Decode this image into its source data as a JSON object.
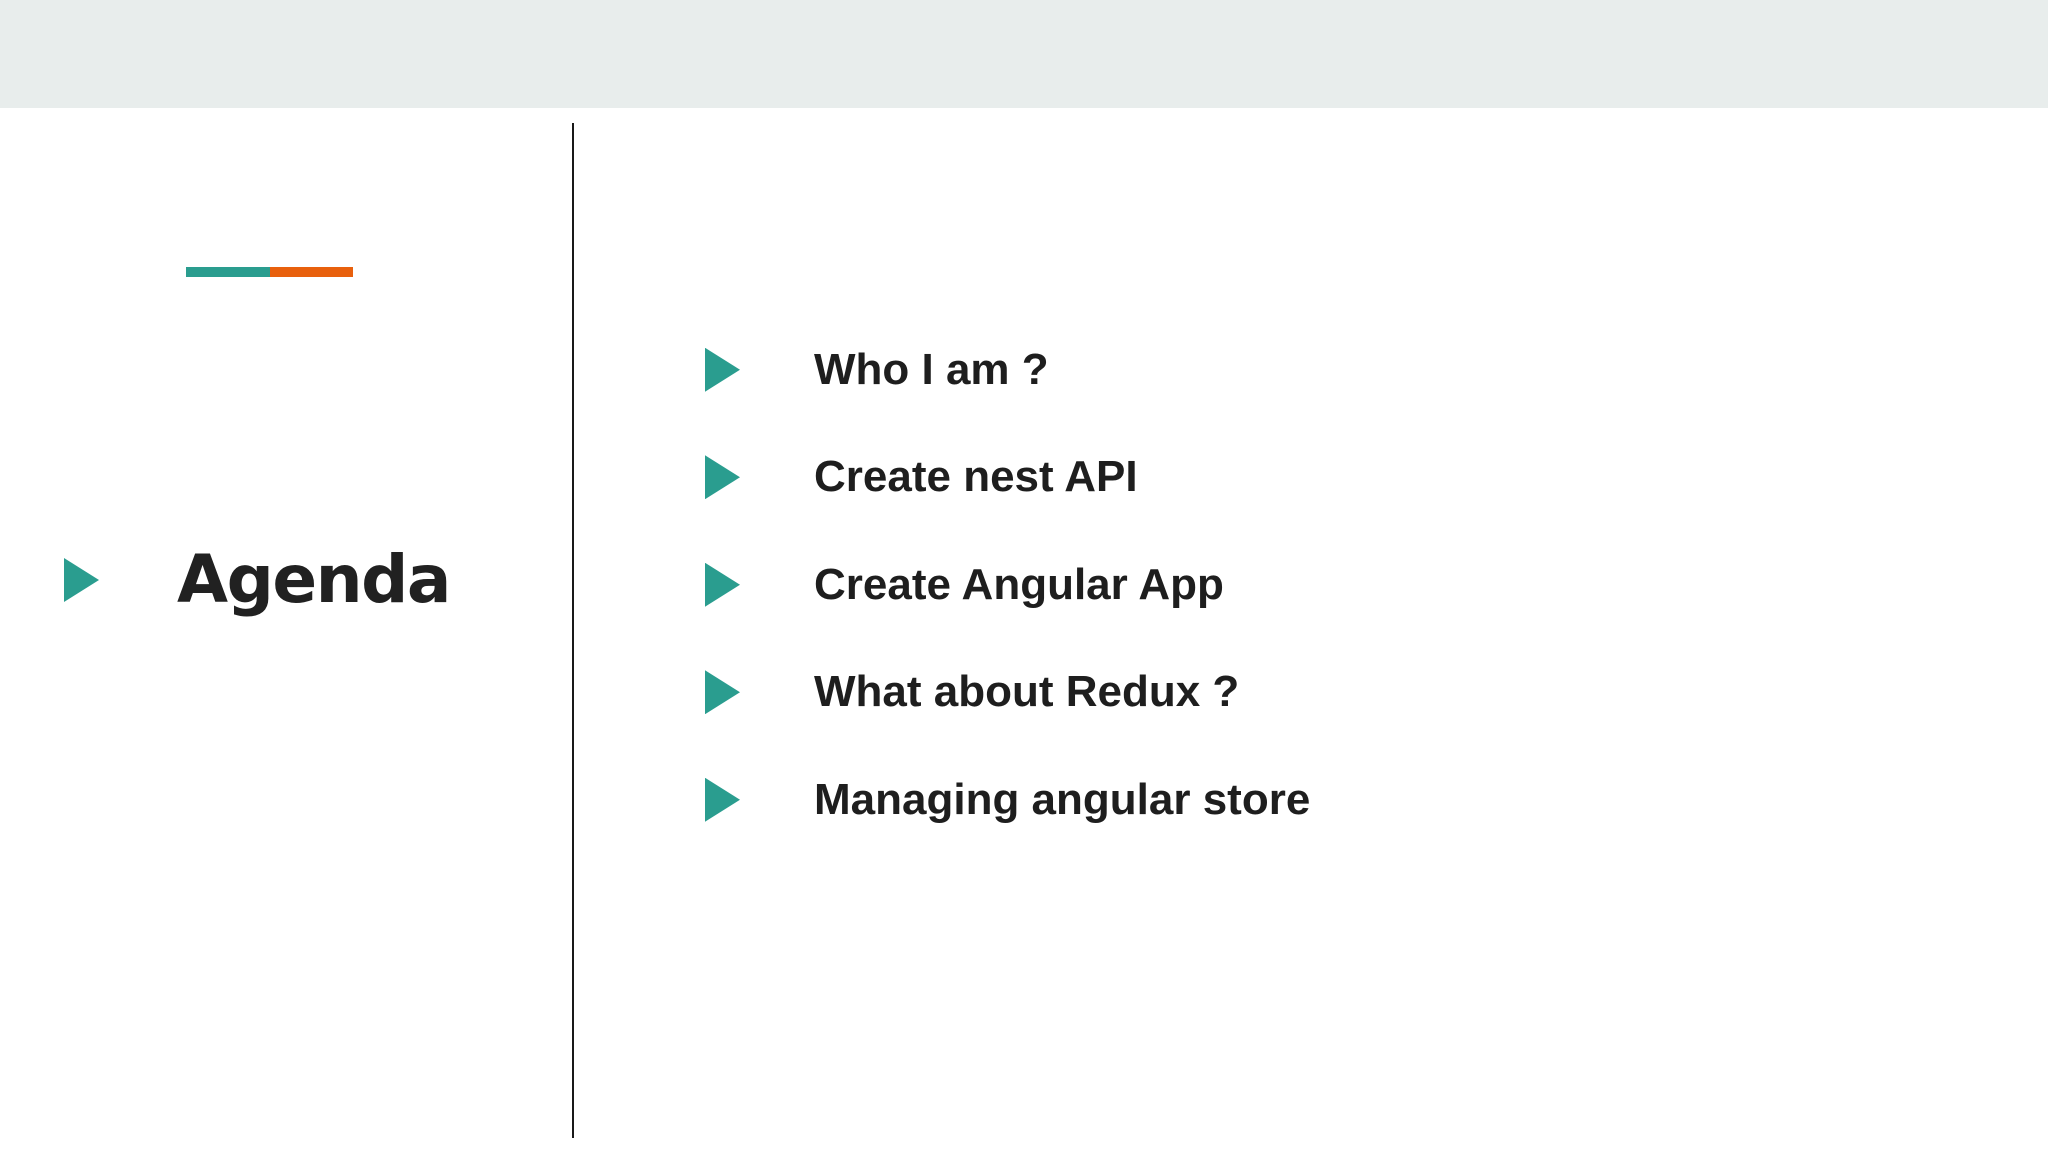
{
  "slide": {
    "title": "Agenda",
    "items": [
      {
        "label": "Who I am ?"
      },
      {
        "label": "Create nest API"
      },
      {
        "label": "Create Angular App"
      },
      {
        "label": "What about Redux ?"
      },
      {
        "label": "Managing angular store"
      }
    ]
  },
  "icons": {
    "bullet": "triangle-right-icon"
  },
  "colors": {
    "teal": "#2A9D8F",
    "orange": "#E8600D",
    "band": "#E8EDEC",
    "ink": "#1E1E1E",
    "title-ink": "#212121",
    "divider": "#191919",
    "background": "#FFFFFF"
  }
}
